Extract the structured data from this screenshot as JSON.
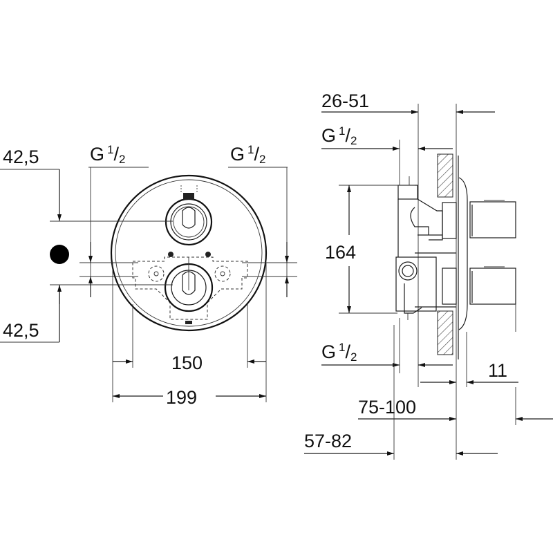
{
  "front_view": {
    "dim_upper_offset": "42,5",
    "dim_lower_offset": "42,5",
    "thread_left": {
      "prefix": "G",
      "num": "1",
      "slash": "/",
      "den": "2"
    },
    "thread_right": {
      "prefix": "G",
      "num": "1",
      "slash": "/",
      "den": "2"
    },
    "dim_inlet_spacing": "150",
    "dim_plate_diameter": "199"
  },
  "side_view": {
    "dim_cover_depth": "26-51",
    "thread_top": {
      "prefix": "G",
      "num": "1",
      "slash": "/",
      "den": "2"
    },
    "dim_height": "164",
    "thread_bottom": {
      "prefix": "G",
      "num": "1",
      "slash": "/",
      "den": "2"
    },
    "dim_plate_thickness": "11",
    "dim_install_depth_max": "75-100",
    "dim_install_depth_min": "57-82"
  }
}
